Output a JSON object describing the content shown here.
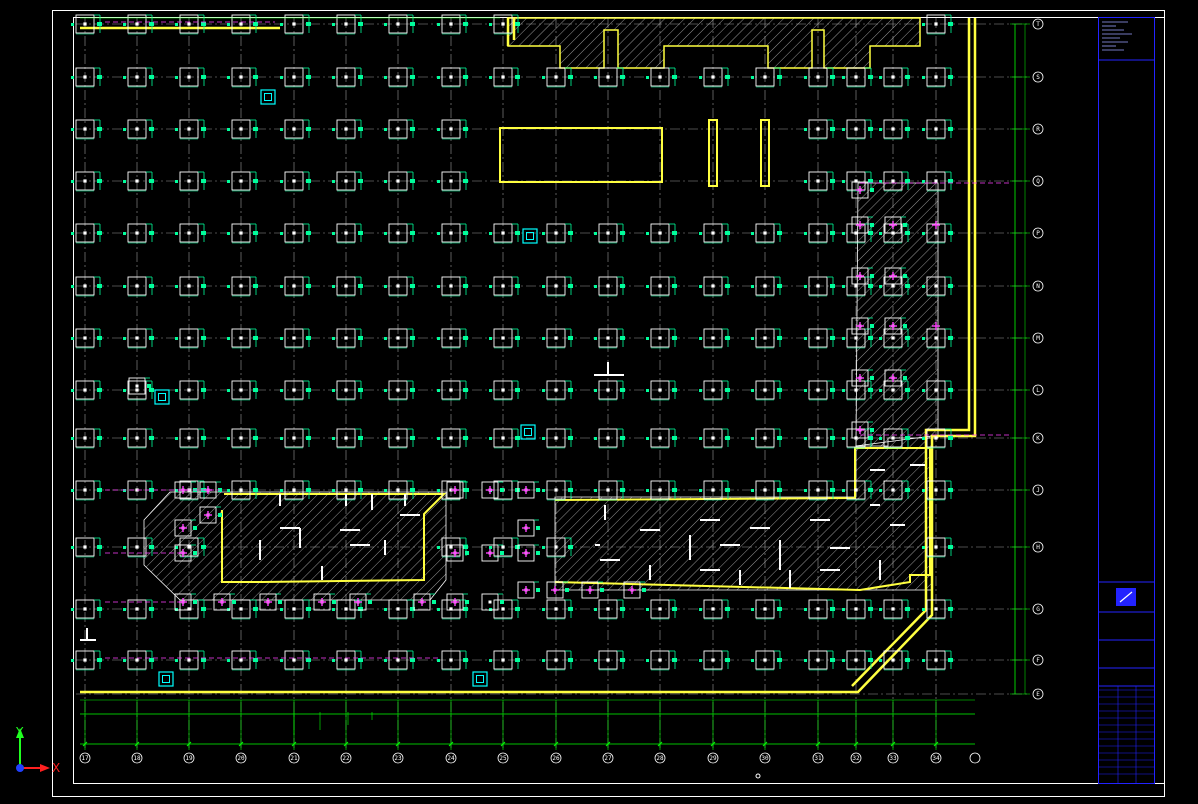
{
  "ucs": {
    "x_label": "X",
    "y_label": "Y"
  },
  "column_grid_labels": [
    "17",
    "18",
    "19",
    "20",
    "21",
    "22",
    "23",
    "24",
    "25",
    "26",
    "27",
    "28",
    "29",
    "30",
    "31",
    "32",
    "33",
    "34"
  ],
  "row_grid_labels": [
    "T",
    "S",
    "R",
    "Q",
    "P",
    "N",
    "M",
    "L",
    "K",
    "J",
    "H",
    "G",
    "F",
    "E"
  ],
  "colors": {
    "background": "#000000",
    "frame": "#ffffff",
    "title_block": "#2323ff",
    "axis_line": "#9a9a9a",
    "dimension": "#00ff00",
    "footing": "#ffffff",
    "footing_tag": "#00ff9c",
    "wall": "#ffff40",
    "hatch": "#cfcfcf",
    "marker": "#ff40ff",
    "special": "#00ffff",
    "ucs_x": "#ff2020",
    "ucs_y": "#20ff20",
    "ucs_origin": "#2040ff"
  }
}
